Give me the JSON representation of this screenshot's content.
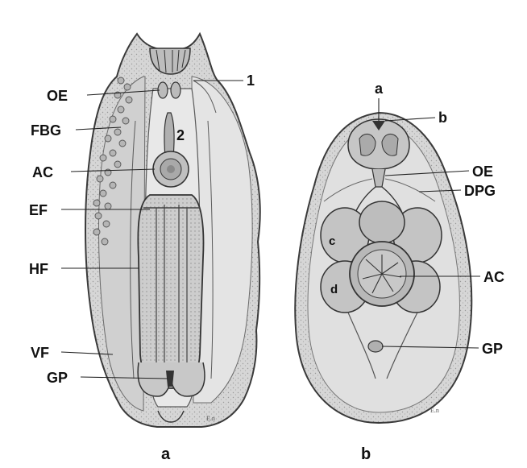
{
  "figure_a": {
    "caption": "a",
    "labels": {
      "oe": "OE",
      "fbg": "FBG",
      "ac": "AC",
      "ef": "EF",
      "hf": "HF",
      "vf": "VF",
      "gp": "GP",
      "num1": "1",
      "num2": "2"
    },
    "signature": "E.n"
  },
  "figure_b": {
    "caption": "b",
    "labels": {
      "a": "a",
      "b": "b",
      "oe": "OE",
      "dpg": "DPG",
      "c": "c",
      "d": "d",
      "ac": "AC",
      "gp": "GP"
    },
    "signature": "E.n"
  },
  "colors": {
    "body_fill": "#d8d8d8",
    "outline": "#3a3a3a",
    "organ_fill": "#c4c4c4",
    "background": "#ffffff"
  }
}
